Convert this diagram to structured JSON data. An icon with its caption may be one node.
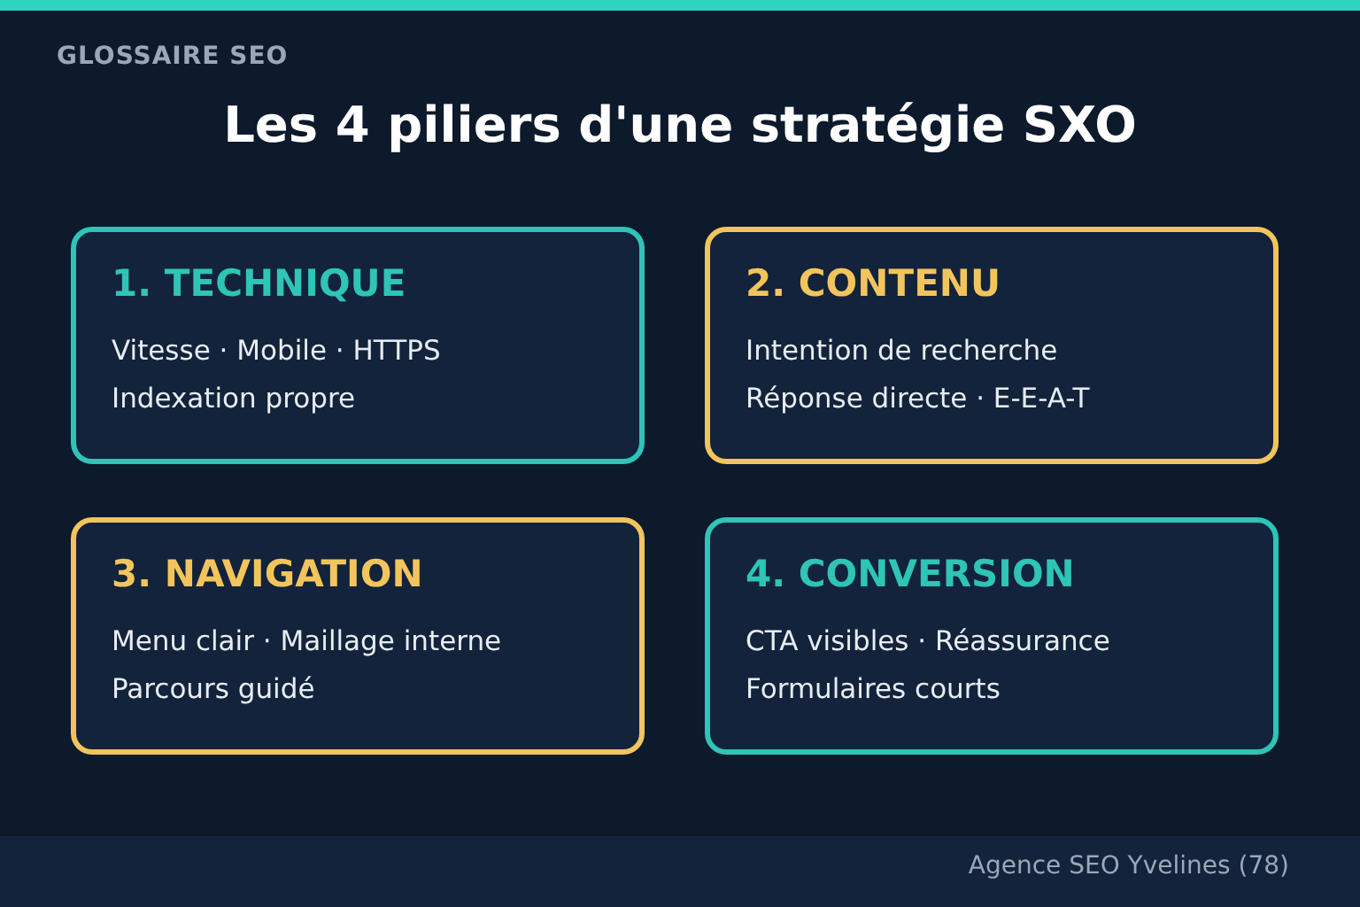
{
  "diagram": {
    "title": "Les 4 piliers d'une stratégie SXO",
    "nodes": [
      {
        "text": [
          "1. TECHNIQUE",
          "Vitesse · Mobile · HTTPS",
          "Indexation propre"
        ]
      },
      {
        "text": [
          "2. CONTENU",
          "Intention de recherche",
          "Réponse directe · E-E-A-T"
        ]
      },
      {
        "text": [
          "3. NAVIGATION",
          "Menu clair · Maillage interne",
          "Parcours guidé"
        ]
      },
      {
        "text": [
          "4. CONVERSION",
          "CTA visibles · Réassurance",
          "Formulaires courts"
        ]
      }
    ],
    "labels": [
      "GLOSSAIRE SEO",
      "Agence SEO Yvelines (78)"
    ]
  }
}
